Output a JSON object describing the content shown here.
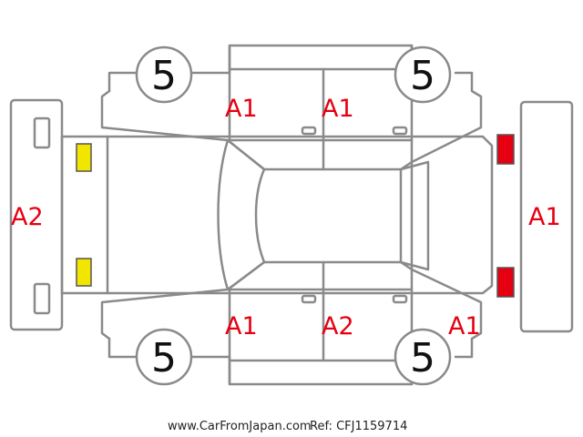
{
  "tires": {
    "front_left": "5",
    "front_right": "5",
    "rear_left": "5",
    "rear_right": "5"
  },
  "damage_codes": {
    "top_front_door": "A1",
    "top_rear_door": "A1",
    "front_bumper": "A2",
    "rear_bumper": "A1",
    "bottom_front_door": "A1",
    "bottom_rear_door": "A2",
    "bottom_quarter": "A1"
  },
  "markers": {
    "front_lamp_color": "#f2e600",
    "rear_lamp_color": "#e60012"
  },
  "footer": {
    "url": "www.CarFromJapan.com",
    "ref": "Ref: CFJ1159714"
  }
}
